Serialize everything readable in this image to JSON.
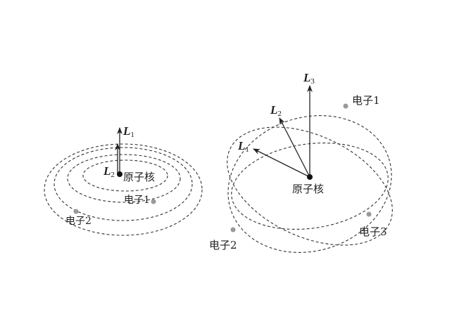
{
  "left_diagram": {
    "nucleus_label": "原子核",
    "vector_L1": "L",
    "vector_L1_sub": "1",
    "vector_L2": "L",
    "vector_L2_sub": "2",
    "electron1_label": "电子1",
    "electron2_label": "电子2"
  },
  "right_diagram": {
    "nucleus_label": "原子核",
    "vector_L1": "L",
    "vector_L1_sub": "1",
    "vector_L2": "L",
    "vector_L2_sub": "2",
    "vector_L3": "L",
    "vector_L3_sub": "3",
    "electron1_label": "电子1",
    "electron2_label": "电子2",
    "electron3_label": "电子3"
  },
  "colors": {
    "line": "#222222",
    "electron": "#999999",
    "nucleus": "#111111"
  }
}
